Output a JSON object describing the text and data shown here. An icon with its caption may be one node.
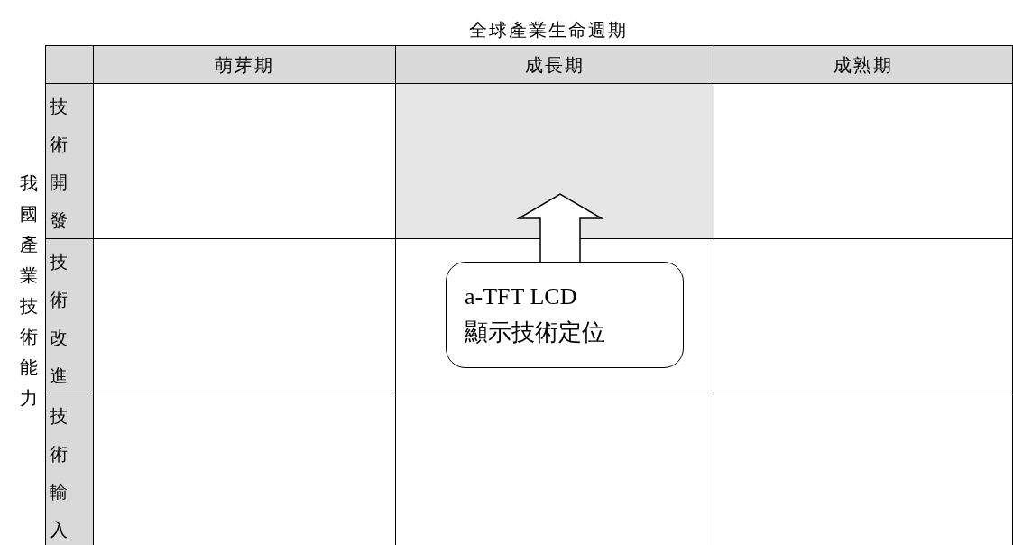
{
  "diagram": {
    "title": "全球產業生命週期",
    "nodes": [
      {
        "text": [],
        "shape": "box"
      },
      {
        "text": [
          "a-TFT LCD 顯示技術定位"
        ]
      }
    ],
    "edges": [
      {
        "from": 1,
        "to": 0,
        "arrow": "to"
      }
    ],
    "labels": [
      "我國產業技術能力",
      "萌芽期",
      "成長期",
      "成熟期",
      "技術開發",
      "技術改進",
      "技術輸入"
    ]
  }
}
